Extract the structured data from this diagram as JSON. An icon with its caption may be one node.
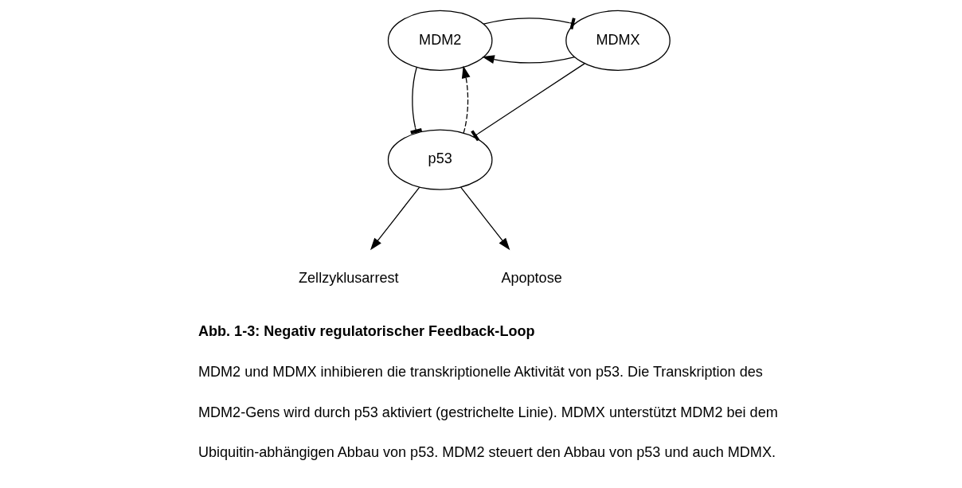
{
  "diagram": {
    "caption": "Abb. 1-3: Negativ regulatorischer Feedback-Loop",
    "nodes": [
      {
        "text": [
          "MDM2"
        ]
      },
      {
        "text": [
          "MDMX"
        ]
      },
      {
        "text": [
          "p53"
        ]
      },
      {
        "text": [
          "Zellzyklusarrest"
        ]
      },
      {
        "text": [
          "Apoptose"
        ]
      }
    ],
    "edges": [
      {
        "from": 1,
        "to": 0,
        "arrow": "to"
      },
      {
        "from": 0,
        "to": 1,
        "arrow": "other"
      },
      {
        "from": 0,
        "to": 2,
        "arrow": "other"
      },
      {
        "from": 1,
        "to": 2,
        "arrow": "other"
      },
      {
        "from": 2,
        "to": 0,
        "arrow": "to",
        "style": "dashed"
      },
      {
        "from": 2,
        "to": 3,
        "arrow": "to"
      },
      {
        "from": 2,
        "to": 4,
        "arrow": "to"
      }
    ],
    "labels": [
      "MDM2 und MDMX inhibieren die transkriptionelle Aktivität von p53. Die Transkription des MDM2-Gens wird durch p53 aktiviert (gestrichelte Linie). MDMX unterstützt MDM2 bei dem Ubiquitin-abhängigen Abbau von p53. MDM2 steuert den Abbau von p53 und auch MDMX."
    ]
  }
}
